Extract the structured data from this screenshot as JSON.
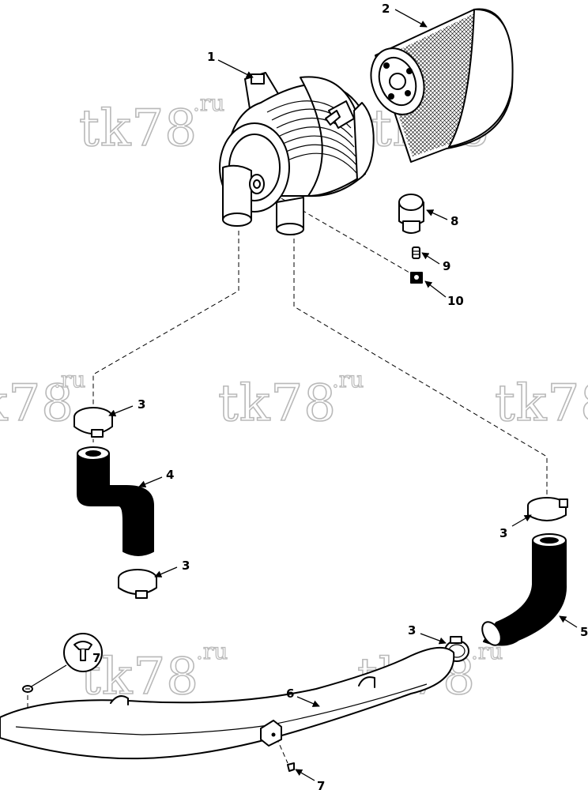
{
  "watermark": {
    "main": "tk78",
    "sup": ".ru"
  },
  "callouts": [
    "1",
    "2",
    "3",
    "3",
    "3",
    "3",
    "4",
    "5",
    "6",
    "7",
    "7",
    "8",
    "9",
    "10"
  ]
}
